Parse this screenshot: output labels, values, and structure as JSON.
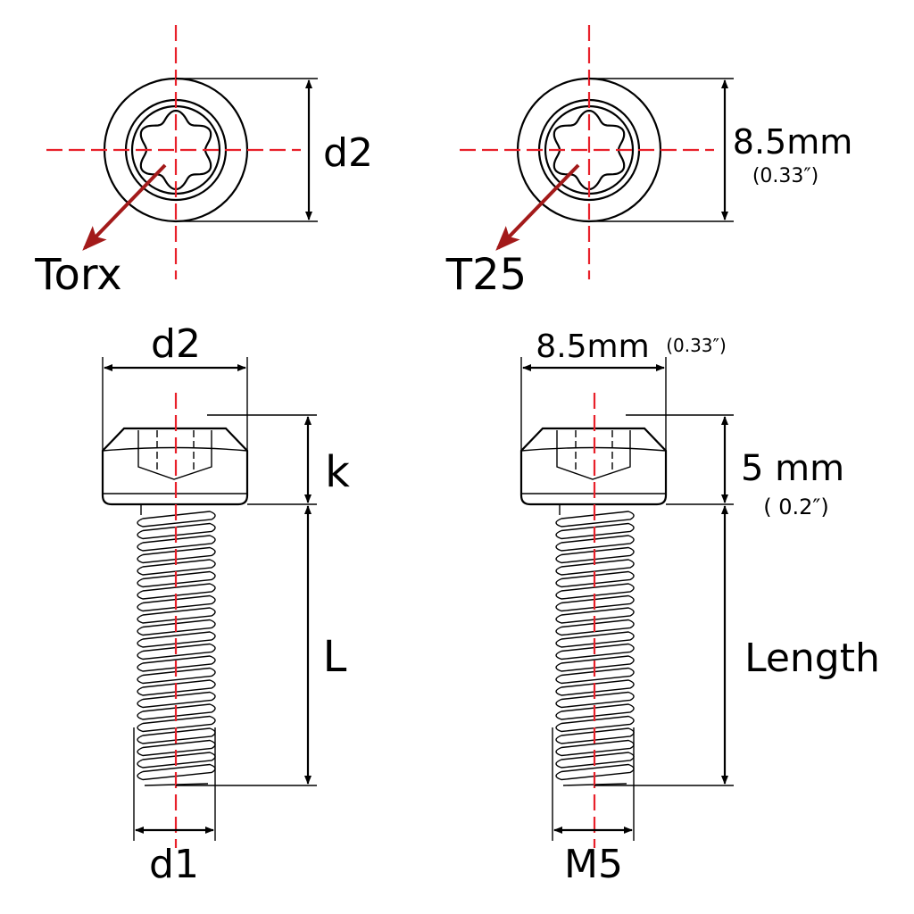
{
  "colors": {
    "centerline": "#e8202a",
    "arrow": "#a31a1a",
    "ink": "#000000"
  },
  "top_left": {
    "dim_label": "d2",
    "drive_label": "Torx"
  },
  "top_right": {
    "dim_label": "8.5mm",
    "dim_sub": "(0.33″)",
    "drive_label": "T25"
  },
  "bottom_left": {
    "head_dia": "d2",
    "head_height": "k",
    "length": "L",
    "thread_dia": "d1"
  },
  "bottom_right": {
    "head_dia": "8.5mm",
    "head_dia_sub": "(0.33″)",
    "head_height": "5 mm",
    "head_height_sub": "( 0.2″)",
    "length": "Length",
    "thread_dia": "M5"
  }
}
